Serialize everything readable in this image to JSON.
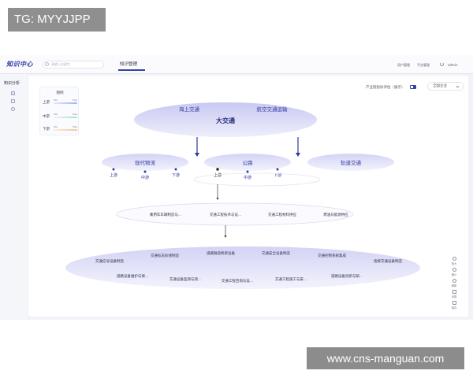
{
  "watermark_top": "TG: MYYJJPP",
  "watermark_bottom": "www.cns-manguan.com",
  "header": {
    "logo": "知识中心",
    "search_placeholder": "请输入关键字",
    "tab": "知识管理",
    "links": [
      "用户管理",
      "平台管理"
    ],
    "user": "admin"
  },
  "sidebar": {
    "title": "知识分析"
  },
  "legend": {
    "title": "图例",
    "rows": [
      {
        "label": "上游",
        "min": "Min",
        "max": "Max",
        "color": "#9fb3f2"
      },
      {
        "label": "中游",
        "min": "Min",
        "max": "Max",
        "color": "#a9e5c5"
      },
      {
        "label": "下游",
        "min": "Min",
        "max": "Max",
        "color": "#f2c79a"
      }
    ]
  },
  "filters": {
    "label": "产业链指标评估（展示）",
    "select": "全国企业"
  },
  "diagram": {
    "top": {
      "main": "大交通",
      "left": "海上交通",
      "right": "航空交通运输"
    },
    "level2": [
      {
        "label": "现代物流",
        "subs": [
          "上游",
          "中游",
          "下游"
        ]
      },
      {
        "label": "公路",
        "subs": [
          "上游",
          "中游",
          "下游"
        ]
      },
      {
        "label": "轨道交通",
        "subs": []
      }
    ],
    "level3": [
      "乘用车车辆制造与...",
      "交通工程技术与设...",
      "交通工程材料供应",
      "燃油与能源供应"
    ],
    "level4_top": [
      "交通信号设备制造",
      "交通标志标线制造",
      "道路隧道桥梁设备",
      "交通安全设备制造",
      "交通控制系统集成",
      "指挥交通设备制造"
    ],
    "level4_bottom": [
      "道路设备维护与保...",
      "交通设备监测与测...",
      "交通工程咨询与设...",
      "交通工程施工与安...",
      "道路设备创新与研..."
    ]
  },
  "tools": [
    "放大",
    "缩小",
    "刷新",
    "全屏",
    "保存"
  ],
  "colors": {
    "accent": "#3742a6",
    "node_fill": "#dcdcf6"
  }
}
